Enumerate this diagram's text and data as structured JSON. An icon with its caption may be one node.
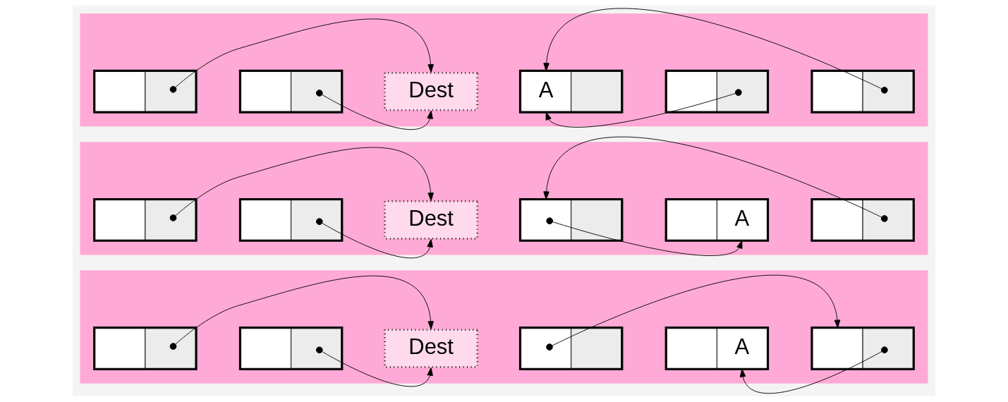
{
  "diagram": {
    "nodes": [
      {
        "text": [],
        "shape": "bar"
      },
      {
        "text": [],
        "shape": "box",
        "in": 0
      },
      {
        "text": [],
        "shape": "box",
        "in": 0
      },
      {
        "text": [
          "Dest"
        ],
        "in": 0
      },
      {
        "text": [
          "A"
        ],
        "in": 0
      },
      {
        "text": [],
        "shape": "box",
        "in": 0
      },
      {
        "text": [],
        "shape": "box",
        "in": 0
      },
      {
        "text": [],
        "shape": "bar"
      },
      {
        "text": [],
        "shape": "box",
        "in": 7
      },
      {
        "text": [],
        "shape": "box",
        "in": 7
      },
      {
        "text": [
          "Dest"
        ],
        "in": 7
      },
      {
        "text": [],
        "shape": "box",
        "in": 7
      },
      {
        "text": [
          "A"
        ],
        "in": 7
      },
      {
        "text": [],
        "shape": "box",
        "in": 7
      },
      {
        "text": [],
        "shape": "bar"
      },
      {
        "text": [],
        "shape": "box",
        "in": 14
      },
      {
        "text": [],
        "shape": "box",
        "in": 14
      },
      {
        "text": [
          "Dest"
        ],
        "in": 14
      },
      {
        "text": [],
        "shape": "box",
        "in": 14
      },
      {
        "text": [
          "A"
        ],
        "in": 14
      },
      {
        "text": [],
        "shape": "box",
        "in": 14
      }
    ],
    "edges": [
      {
        "from": 1,
        "to": 3,
        "arrow": "to"
      },
      {
        "from": 2,
        "to": 3,
        "arrow": "to"
      },
      {
        "from": 6,
        "to": 4,
        "arrow": "to"
      },
      {
        "from": 5,
        "to": 4,
        "arrow": "to"
      },
      {
        "from": 8,
        "to": 10,
        "arrow": "to"
      },
      {
        "from": 9,
        "to": 10,
        "arrow": "to"
      },
      {
        "from": 13,
        "to": 11,
        "arrow": "to"
      },
      {
        "from": 11,
        "to": 12,
        "arrow": "to"
      },
      {
        "from": 15,
        "to": 17,
        "arrow": "to"
      },
      {
        "from": 16,
        "to": 17,
        "arrow": "to"
      },
      {
        "from": 18,
        "to": 20,
        "arrow": "to"
      },
      {
        "from": 20,
        "to": 19,
        "arrow": "to"
      }
    ]
  }
}
